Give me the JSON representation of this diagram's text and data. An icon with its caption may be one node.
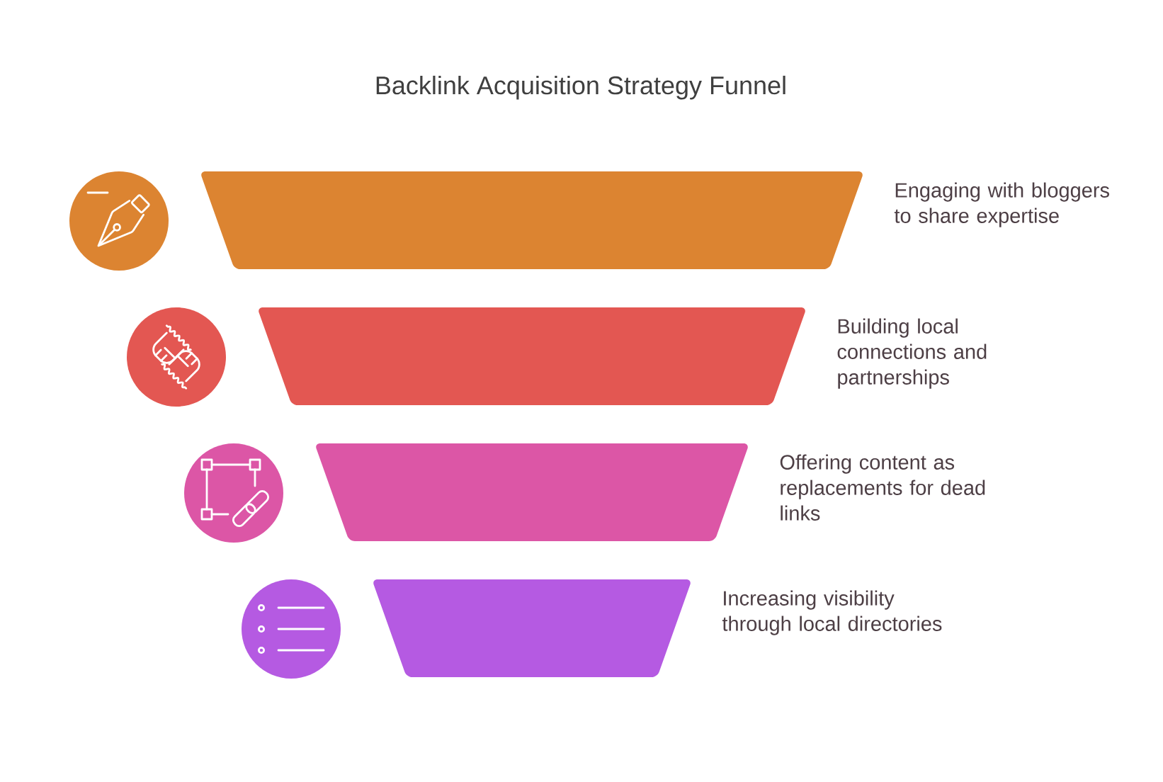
{
  "diagram": {
    "title": "Backlink Acquisition Strategy Funnel",
    "nodes": [
      {
        "text": [],
        "shape": "trapezoid",
        "beside": [
          "Engaging with bloggers to share expertise"
        ]
      },
      {
        "text": [],
        "shape": "trapezoid",
        "beside": [
          "Building local connections and partnerships"
        ]
      },
      {
        "text": [],
        "shape": "trapezoid",
        "beside": [
          "Offering content as replacements for dead links"
        ]
      },
      {
        "text": [],
        "shape": "trapezoid",
        "beside": [
          "Increasing visibility through local directories"
        ]
      }
    ]
  }
}
